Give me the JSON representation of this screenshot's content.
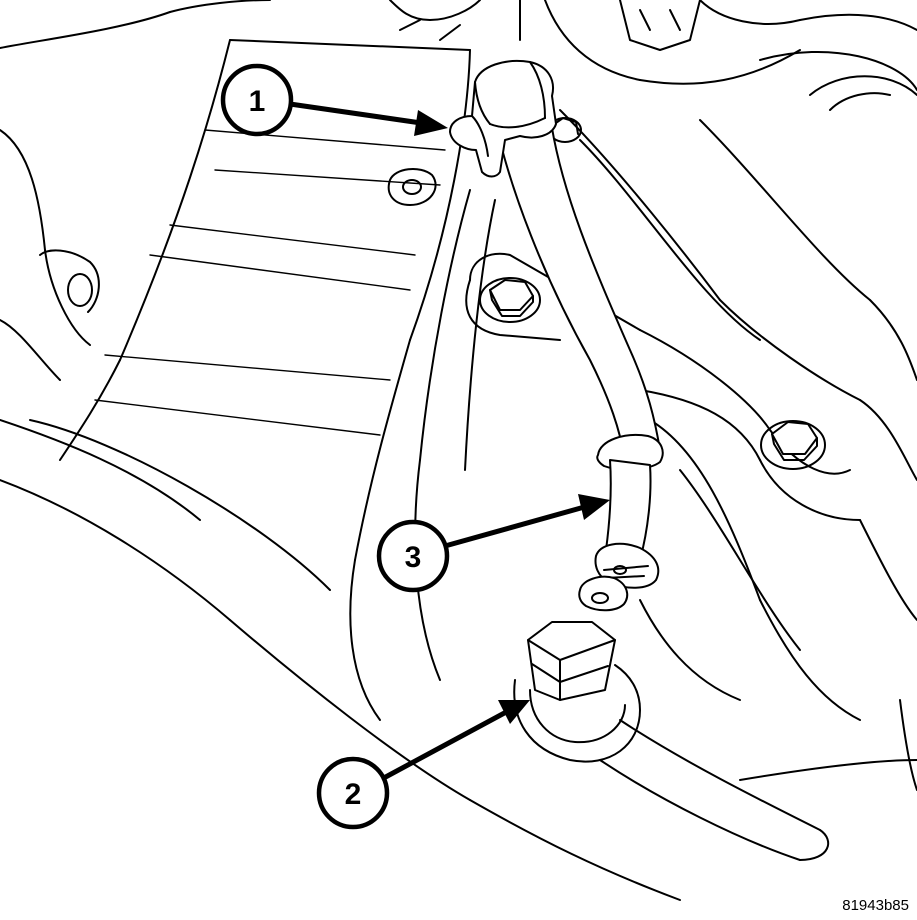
{
  "callouts": [
    {
      "id": "1"
    },
    {
      "id": "2"
    },
    {
      "id": "3"
    }
  ],
  "figure_id": "81943b85"
}
